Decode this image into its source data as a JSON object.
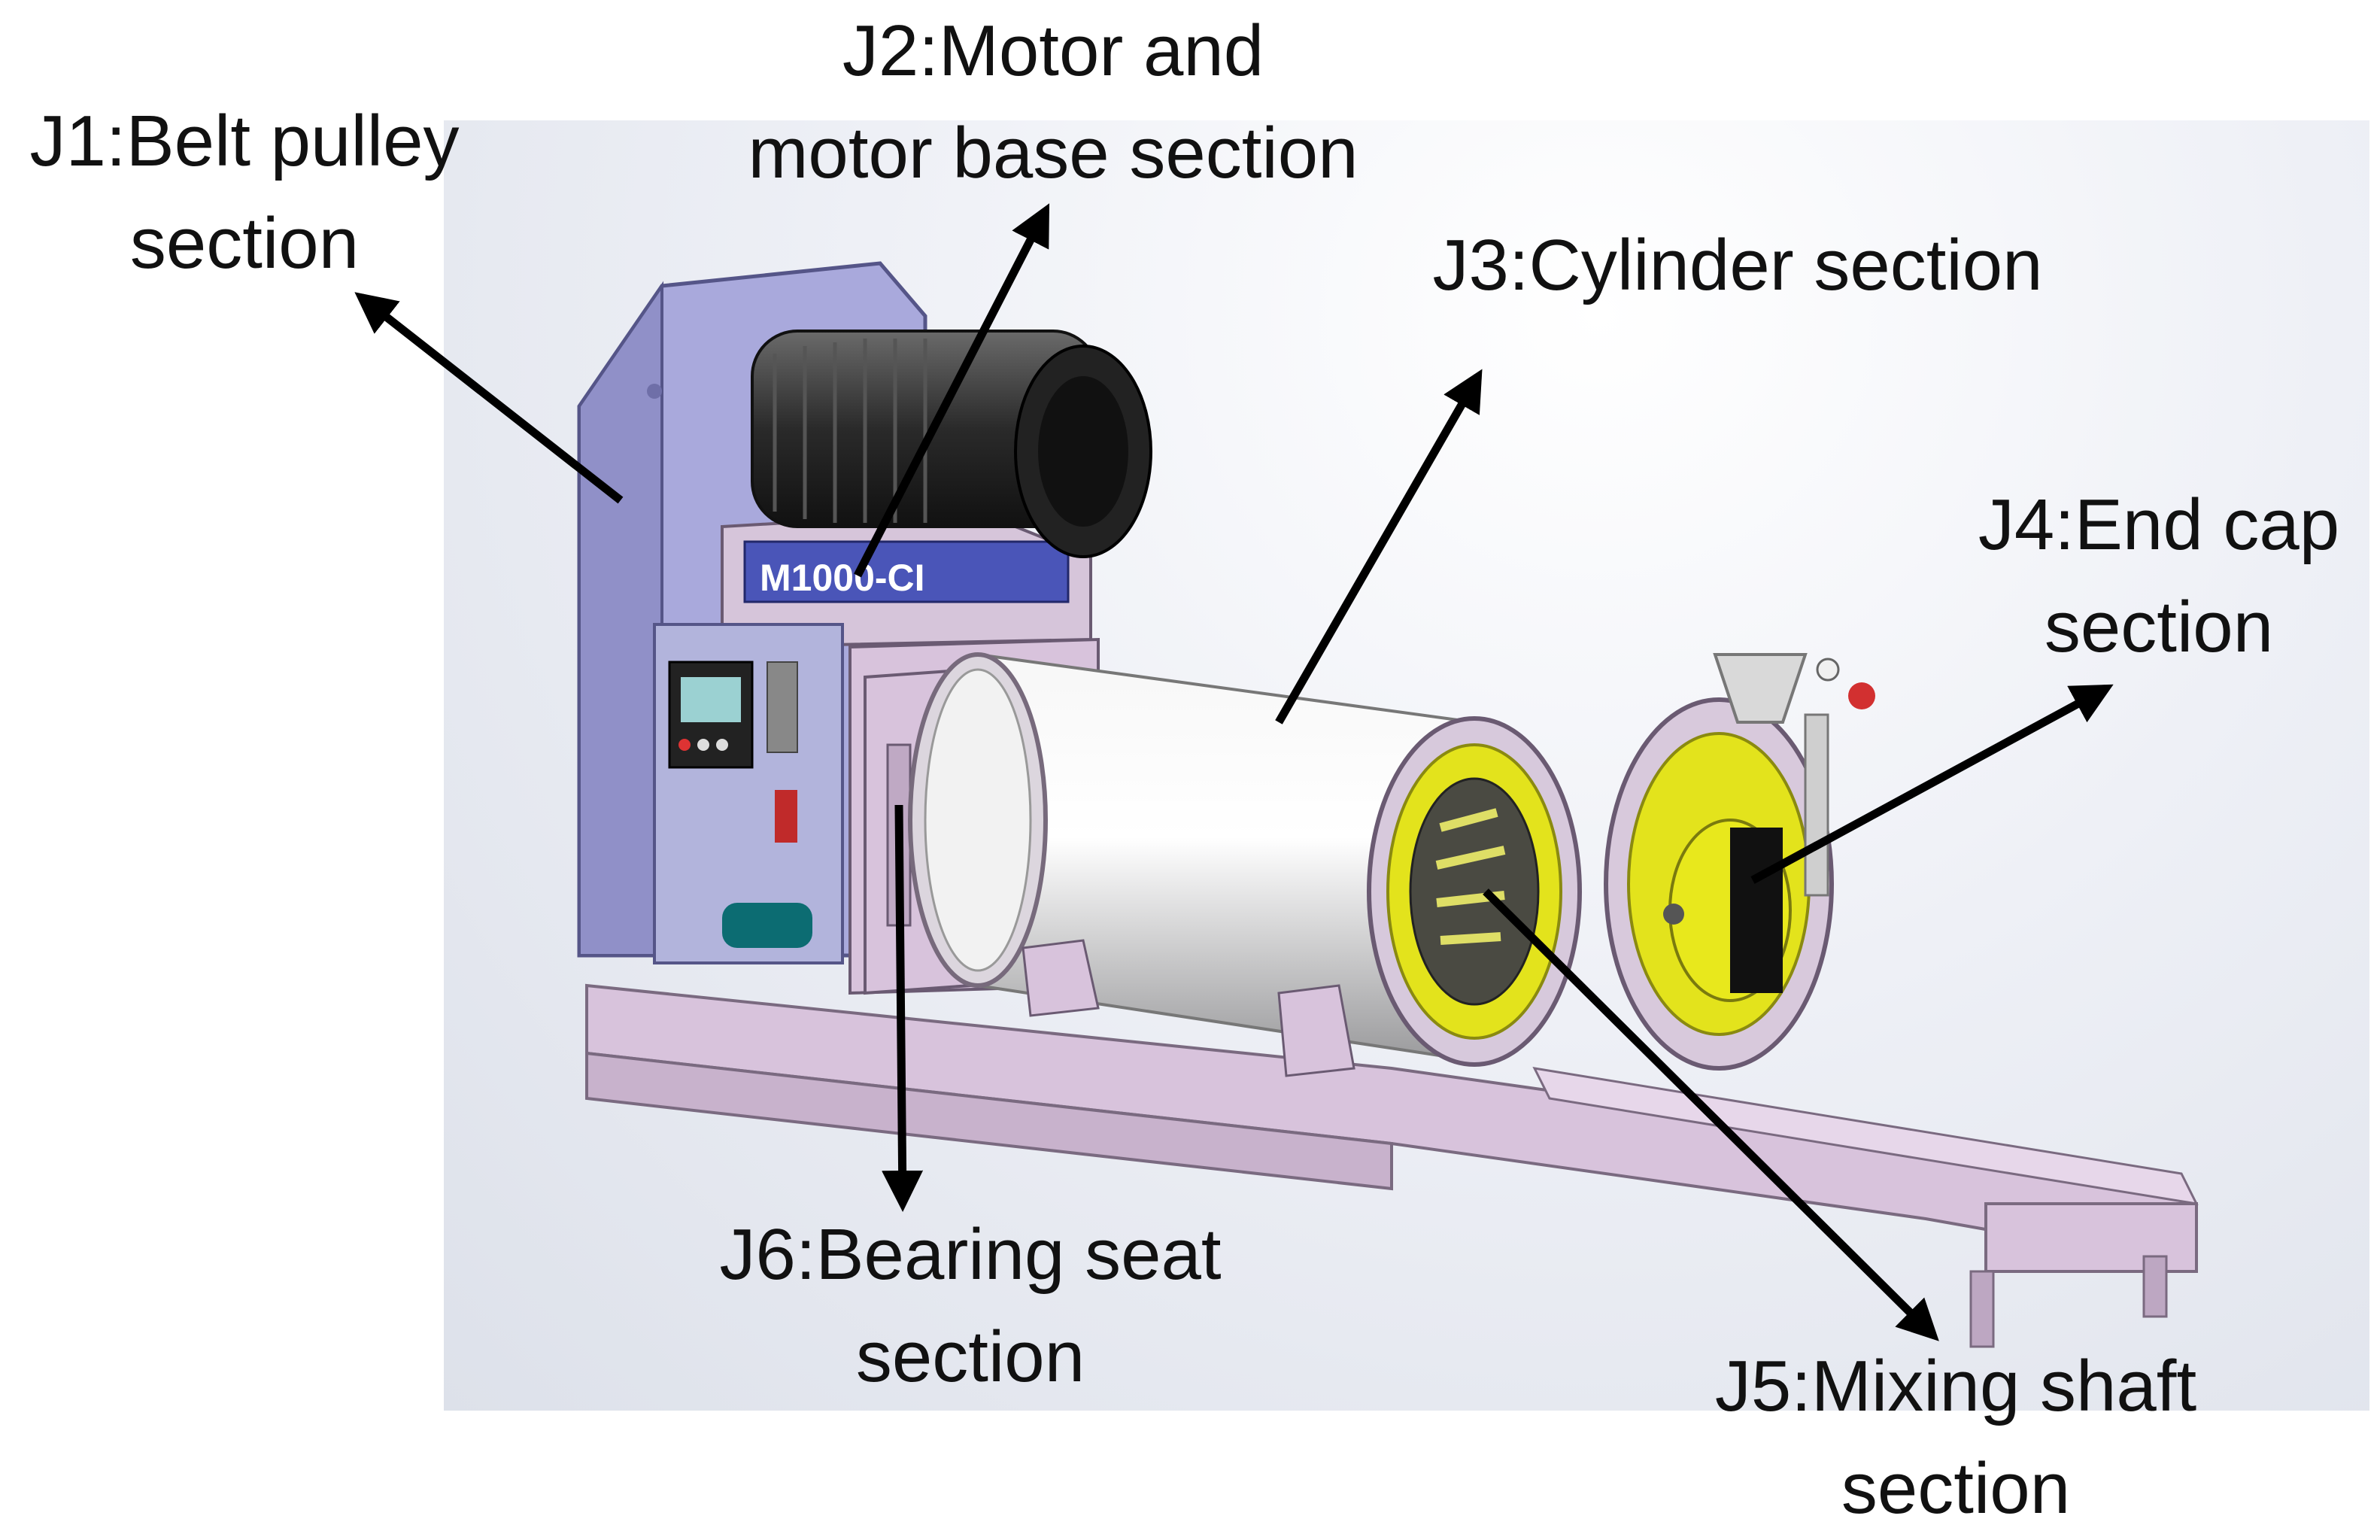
{
  "plate_text": "M1000-CI",
  "labels": {
    "j1": {
      "line1": "J1:Belt pulley",
      "line2": "section"
    },
    "j2": {
      "line1": "J2:Motor and",
      "line2": "motor base section"
    },
    "j3": {
      "line1": "J3:Cylinder section"
    },
    "j4": {
      "line1": "J4:End cap",
      "line2": "section"
    },
    "j5": {
      "line1": "J5:Mixing shaft",
      "line2": "section"
    },
    "j6": {
      "line1": "J6:Bearing seat",
      "line2": "section"
    }
  },
  "colors": {
    "housing": "#a9a9dc",
    "frame": "#d8c3dc",
    "cylinder": "#e9e9ea",
    "motor": "#2a2a2a",
    "end_cap": "#e3e31c",
    "arrow": "#000000",
    "plate": "#4a55b8"
  }
}
